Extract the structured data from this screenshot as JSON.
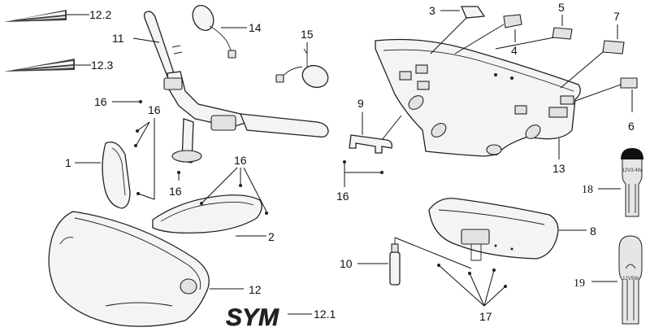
{
  "labels": {
    "p1": "1",
    "p2": "2",
    "p3": "3",
    "p4": "4",
    "p5": "5",
    "p6": "6",
    "p7": "7",
    "p8": "8",
    "p9": "9",
    "p10": "10",
    "p11": "11",
    "p12": "12",
    "p12_1": "12.1",
    "p12_2": "12.2",
    "p12_3": "12.3",
    "p13": "13",
    "p14": "14",
    "p15": "15",
    "p16a": "16",
    "p16b": "16",
    "p16c": "16",
    "p16d": "16",
    "p16e": "16",
    "p17": "17",
    "p18": "18",
    "p19": "19"
  },
  "brand": {
    "logo_text": "SYM"
  },
  "bulbs": {
    "bulb18_text": "12V3.4W",
    "bulb19_text": "12V5W"
  },
  "colors": {
    "line": "#111111",
    "part_fill": "#f4f4f4",
    "bulb_glass": "#e6e6e6"
  }
}
